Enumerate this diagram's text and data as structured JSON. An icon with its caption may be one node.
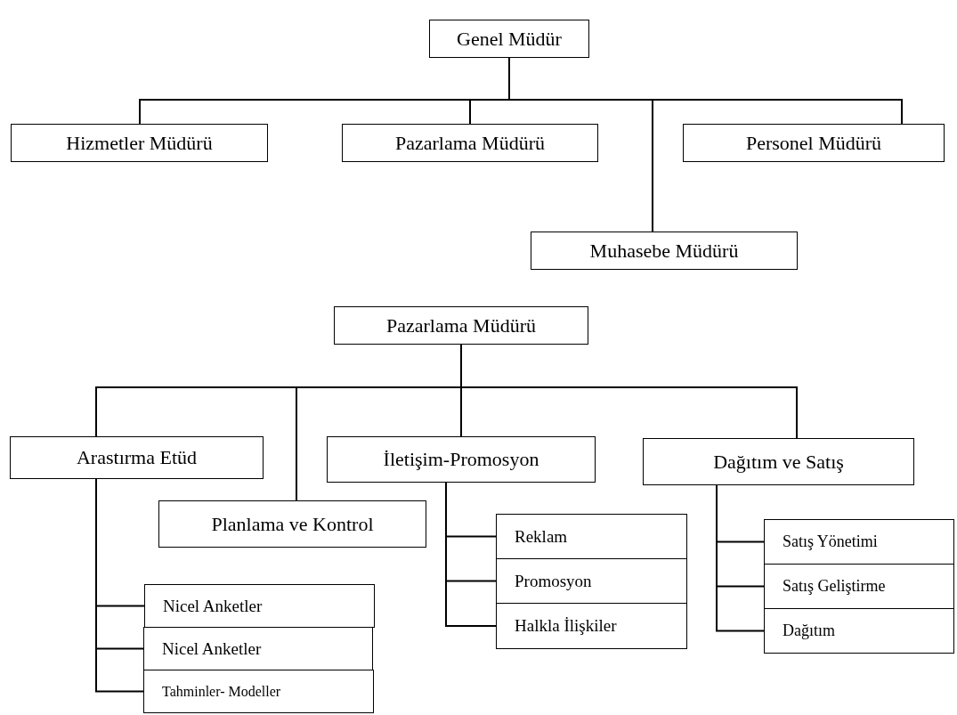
{
  "diagram": {
    "nodes": [
      {
        "text": [
          "Genel Müdür"
        ]
      },
      {
        "text": [
          "Hizmetler Müdürü"
        ]
      },
      {
        "text": [
          "Pazarlama Müdürü"
        ]
      },
      {
        "text": [
          "Personel Müdürü"
        ]
      },
      {
        "text": [
          "Muhasebe Müdürü"
        ]
      },
      {
        "text": [
          "Pazarlama Müdürü"
        ]
      },
      {
        "text": [
          "Arastırma Etüd"
        ]
      },
      {
        "text": [
          "İletişim-Promosyon"
        ]
      },
      {
        "text": [
          "Dağıtım ve Satış"
        ]
      },
      {
        "text": [
          "Planlama ve Kontrol"
        ]
      },
      {
        "text": [
          "Nicel Anketler"
        ]
      },
      {
        "text": [
          "Nicel Anketler"
        ]
      },
      {
        "text": [
          "Tahminler- Modeller"
        ]
      },
      {
        "text": [
          "Reklam"
        ]
      },
      {
        "text": [
          "Promosyon"
        ]
      },
      {
        "text": [
          "Halkla İlişkiler"
        ]
      },
      {
        "text": [
          "Satış Yönetimi"
        ]
      },
      {
        "text": [
          "Satış Geliştirme"
        ]
      },
      {
        "text": [
          "Dağıtım"
        ]
      }
    ],
    "edges": [
      {
        "from": 0,
        "to": 1,
        "arrow": "none"
      },
      {
        "from": 0,
        "to": 2,
        "arrow": "none"
      },
      {
        "from": 0,
        "to": 4,
        "arrow": "none"
      },
      {
        "from": 0,
        "to": 3,
        "arrow": "none"
      },
      {
        "from": 5,
        "to": 6,
        "arrow": "none"
      },
      {
        "from": 5,
        "to": 9,
        "arrow": "none"
      },
      {
        "from": 5,
        "to": 7,
        "arrow": "none"
      },
      {
        "from": 5,
        "to": 8,
        "arrow": "none"
      },
      {
        "from": 6,
        "to": 10,
        "arrow": "none"
      },
      {
        "from": 6,
        "to": 11,
        "arrow": "none"
      },
      {
        "from": 6,
        "to": 12,
        "arrow": "none"
      },
      {
        "from": 7,
        "to": 13,
        "arrow": "none"
      },
      {
        "from": 7,
        "to": 14,
        "arrow": "none"
      },
      {
        "from": 7,
        "to": 15,
        "arrow": "none"
      },
      {
        "from": 8,
        "to": 16,
        "arrow": "none"
      },
      {
        "from": 8,
        "to": 17,
        "arrow": "none"
      },
      {
        "from": 8,
        "to": 18,
        "arrow": "none"
      }
    ]
  }
}
